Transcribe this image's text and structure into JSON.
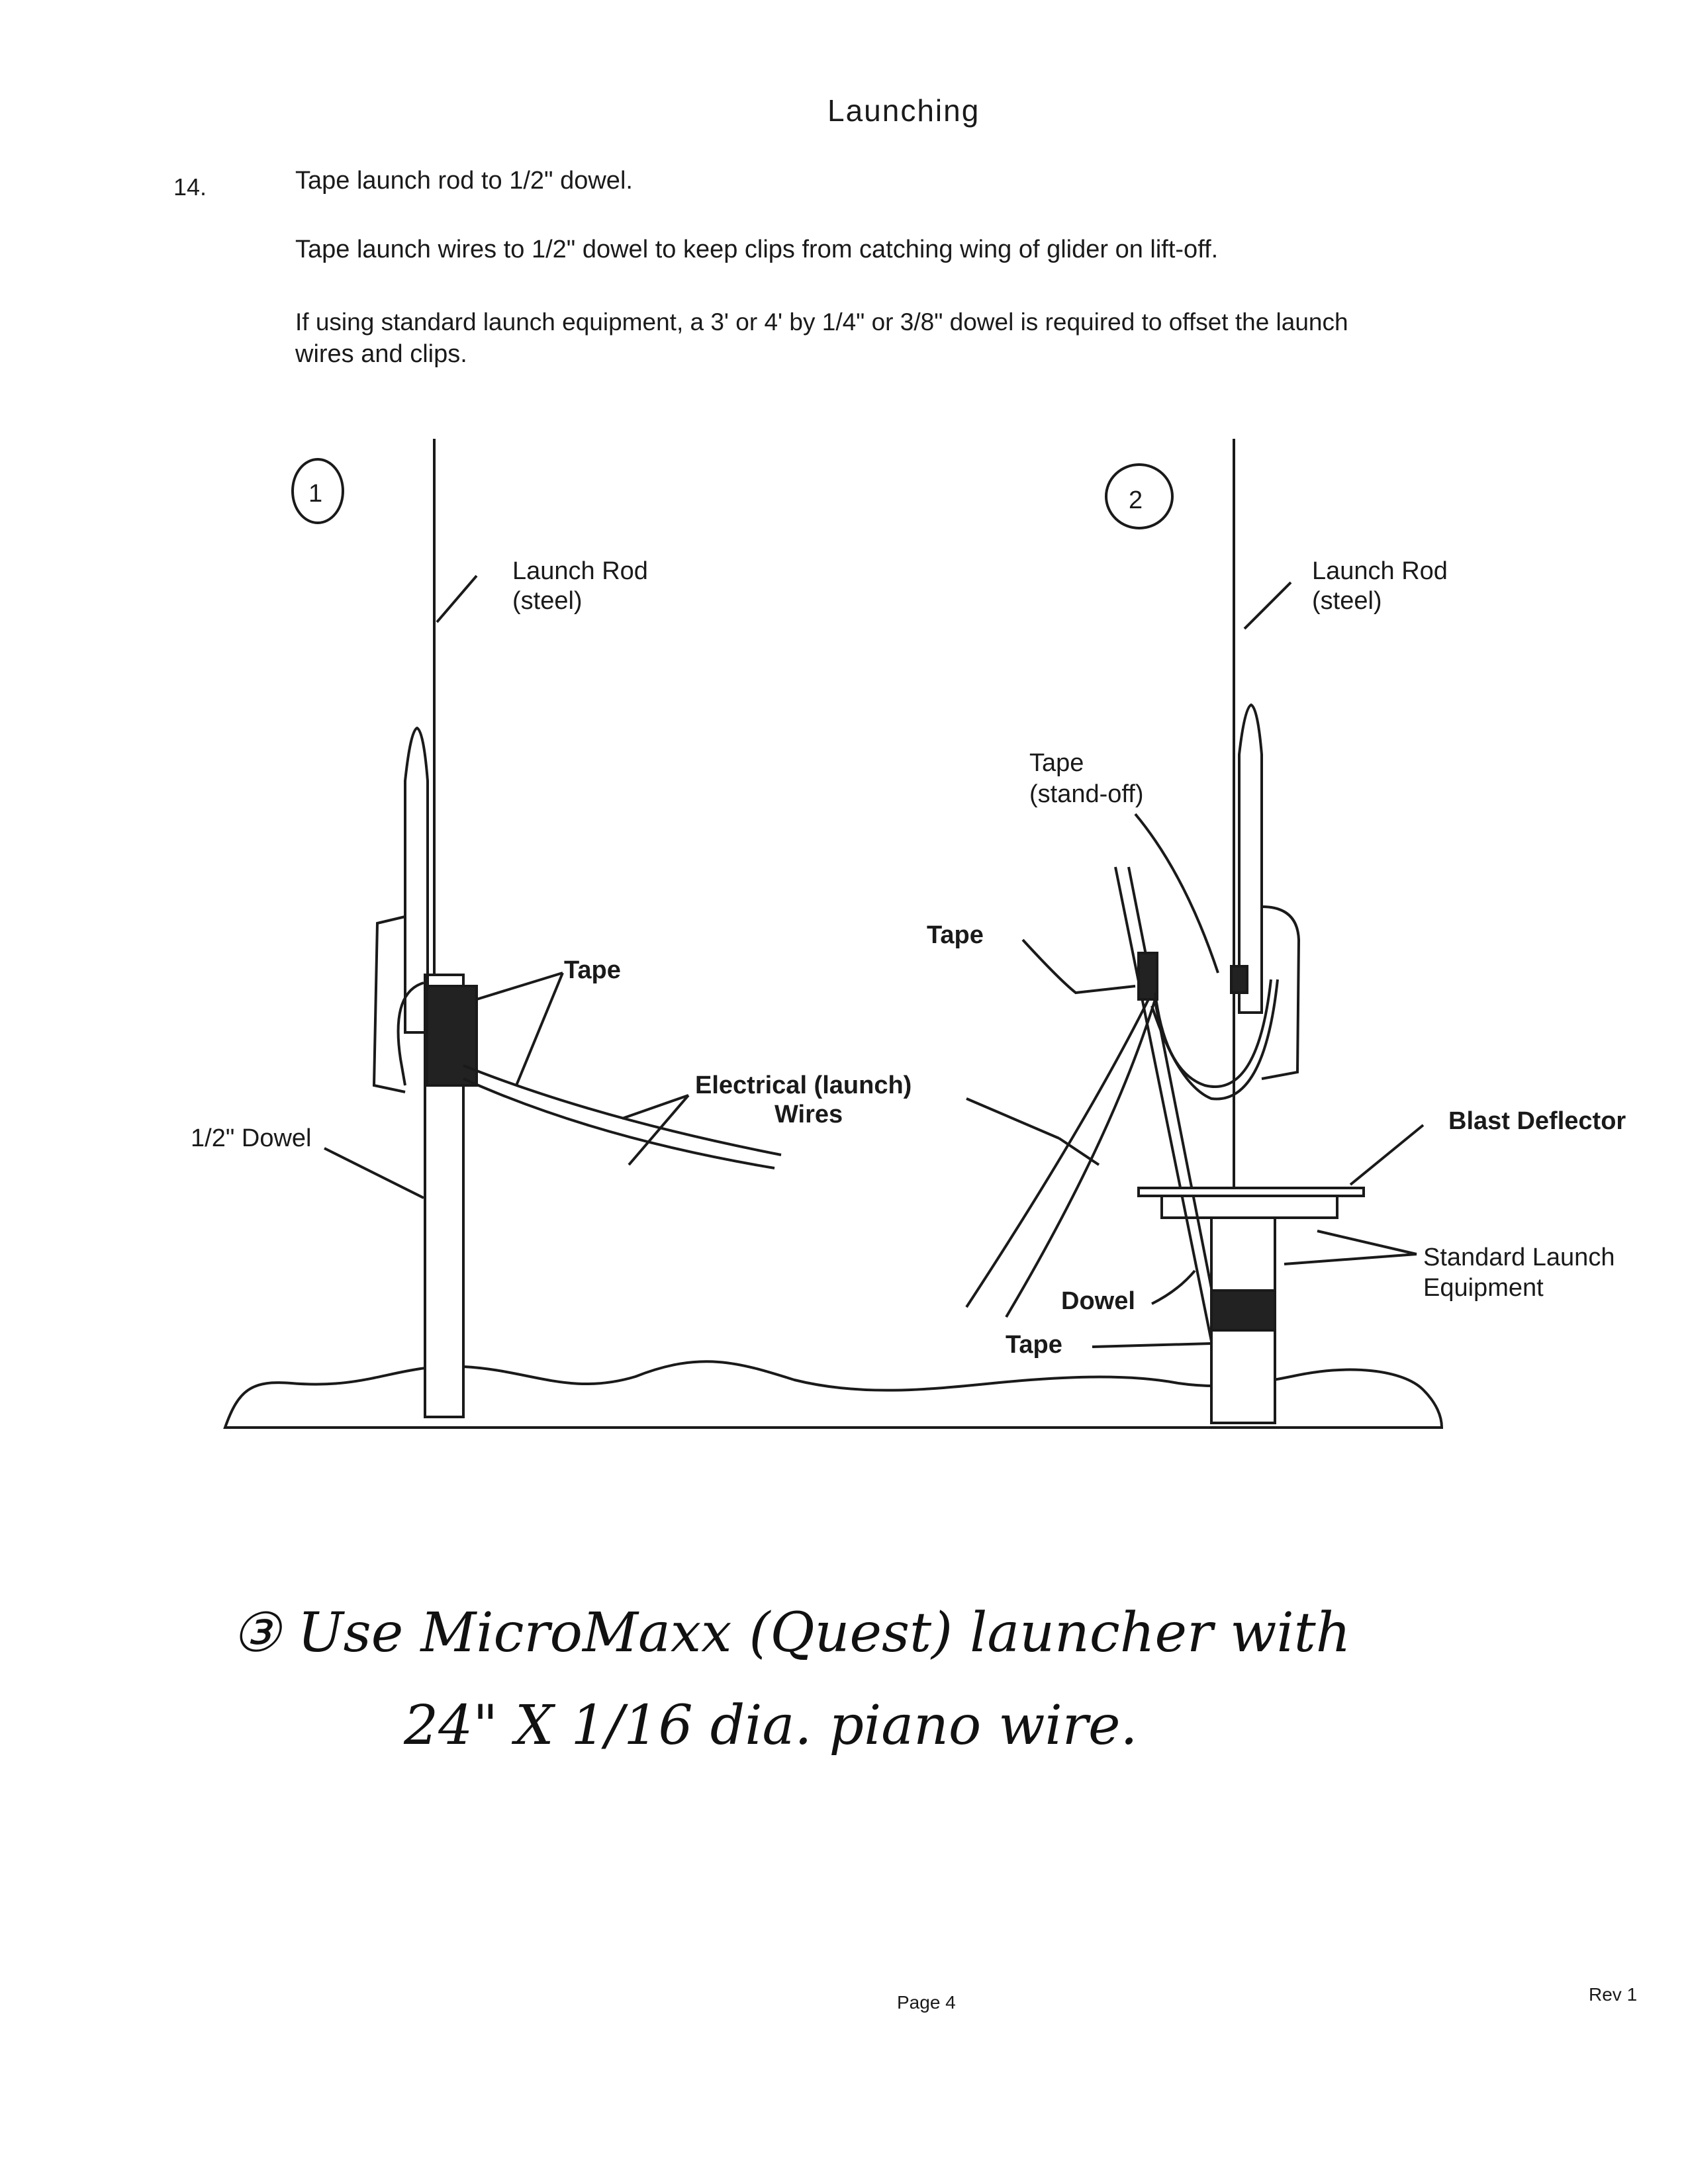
{
  "header": {
    "title": "Launching"
  },
  "step": {
    "number": "14.",
    "lines": [
      "Tape launch rod to 1/2\" dowel.",
      "Tape launch wires to 1/2\" dowel to keep clips from catching wing of glider on lift-off.",
      "If using standard launch equipment, a 3' or 4' by 1/4\" or 3/8\" dowel is required to offset the launch",
      "wires and clips."
    ]
  },
  "figure1": {
    "marker": "1",
    "launch_rod": "Launch Rod",
    "launch_rod_sub": "(steel)",
    "tape": "Tape",
    "wires": "Electrical (launch)",
    "wires_sub": "Wires",
    "dowel": "1/2\" Dowel"
  },
  "figure2": {
    "marker": "2",
    "launch_rod": "Launch Rod",
    "launch_rod_sub": "(steel)",
    "tape_standoff": "Tape",
    "tape_standoff_sub": "(stand-off)",
    "tape": "Tape",
    "blast_deflector": "Blast Deflector",
    "standard_equipment": "Standard Launch",
    "standard_equipment_sub": "Equipment",
    "dowel": "Dowel",
    "tape_bottom": "Tape"
  },
  "handwritten": {
    "line1": "③ Use MicroMaxx (Quest) launcher with",
    "line2": "24\" X 1/16 dia. piano wire."
  },
  "footer": {
    "page": "Page 4",
    "rev": "Rev 1"
  }
}
